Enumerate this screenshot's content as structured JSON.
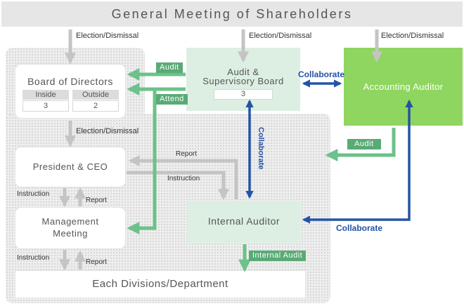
{
  "title": "General Meeting of Shareholders",
  "board": {
    "title": "Board of Directors",
    "inside_label": "Inside",
    "inside_value": "3",
    "outside_label": "Outside",
    "outside_value": "2"
  },
  "audit_board": {
    "title_line1": "Audit &",
    "title_line2": "Supervisory Board",
    "value": "3"
  },
  "accounting_auditor": {
    "title": "Accounting Auditor"
  },
  "president": {
    "title": "President & CEO"
  },
  "management": {
    "title_line1": "Management",
    "title_line2": "Meeting"
  },
  "internal_auditor": {
    "title": "Internal Auditor"
  },
  "divisions": {
    "title": "Each Divisions/Department"
  },
  "labels": {
    "election1": "Election/Dismissal",
    "election2": "Election/Dismissal",
    "election3": "Election/Dismissal",
    "election4": "Election/Dismissal",
    "audit_board_to_directors": "Audit",
    "attend": "Attend",
    "audit_accounting": "Audit",
    "report_to_president": "Report",
    "instruction_to_internal": "Instruction",
    "instruction1": "Instruction",
    "report1": "Report",
    "instruction2": "Instruction",
    "report2": "Report",
    "internal_audit": "Internal Audit",
    "collaborate1": "Collaborate",
    "collaborate2": "Collaborate",
    "collaborate3": "Collaborate"
  },
  "colors": {
    "gray_arrow": "#c4c4c4",
    "green_arrow": "#6cc28a",
    "blue_arrow": "#2453a6",
    "accounting_green": "#8ed65f",
    "pale_green": "#dcefe2",
    "tag_green": "#5aaa76"
  }
}
